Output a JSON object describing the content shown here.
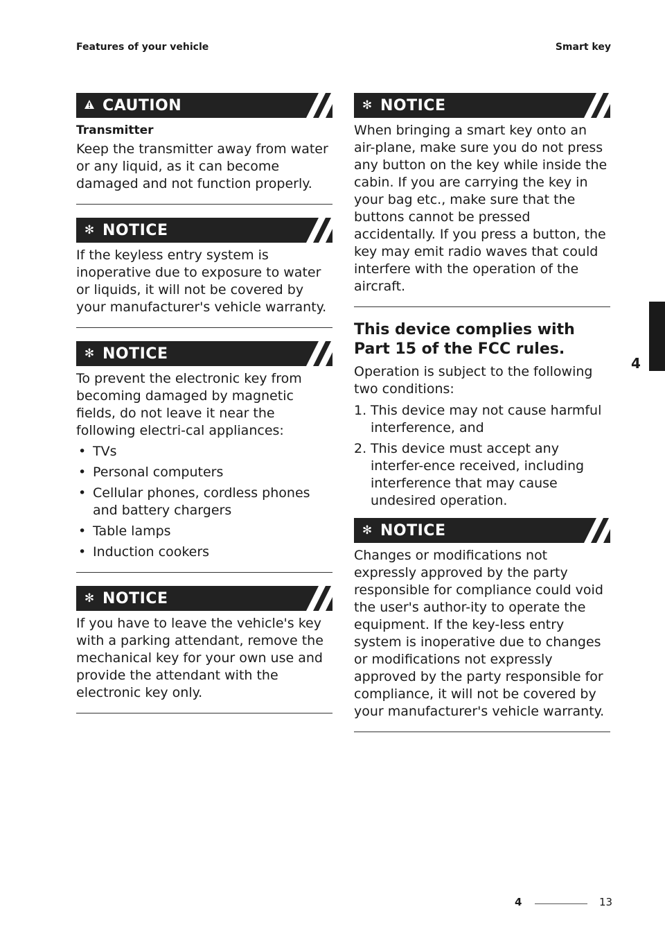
{
  "header": {
    "left": "Features of your vehicle",
    "right": "Smart key"
  },
  "left_column": {
    "caution": {
      "title": "CAUTION",
      "subhead": "Transmitter",
      "text": "Keep the transmitter away from water or any liquid, as it can become damaged and not function properly."
    },
    "notice1": {
      "title": "NOTICE",
      "text": "If the keyless entry system is inoperative due to exposure to water or liquids, it will not be covered by your manufacturer's vehicle warranty."
    },
    "notice2": {
      "title": "NOTICE",
      "text": "To prevent the electronic key from becoming damaged by magnetic fields, do not leave it near the following electri-cal appliances:",
      "items": [
        "TVs",
        "Personal computers",
        "Cellular phones, cordless phones and battery chargers",
        "Table lamps",
        "Induction cookers"
      ]
    },
    "notice3": {
      "title": "NOTICE",
      "text": "If you have to leave the vehicle's key with a parking attendant, remove the mechanical key for your own use and provide the attendant with the electronic key only."
    }
  },
  "right_column": {
    "notice1": {
      "title": "NOTICE",
      "text": "When bringing a smart key onto an air-plane, make sure you do not press any button on the key while inside the cabin. If you are carrying the key in your bag etc., make sure that the buttons cannot be pressed accidentally. If you press a button, the key may emit radio waves that could interfere with the operation of the aircraft."
    },
    "fcc": {
      "heading": "This device complies with Part 15 of the FCC rules.",
      "intro": "Operation is subject to the following two conditions:",
      "items": [
        {
          "num": "1.",
          "text": "This device may not cause harmful interference, and"
        },
        {
          "num": "2.",
          "text": "This device must accept any interfer-ence received, including interference that may cause undesired operation."
        }
      ]
    },
    "notice2": {
      "title": "NOTICE",
      "text": "Changes or modifications not expressly approved by the party responsible for compliance could void the user's author-ity to operate the equipment. If the key-less entry system is inoperative due to changes or modifications not expressly approved by the party responsible for compliance, it will not be covered by your manufacturer's vehicle warranty."
    }
  },
  "side_tab": {
    "label": "4"
  },
  "footer": {
    "chapter": "4",
    "page": "13"
  },
  "icons": {
    "caution": "warning-triangle-icon",
    "notice": "asterisk-icon",
    "bullet": "•"
  },
  "colors": {
    "banner_bg": "#222222",
    "banner_text": "#ffffff",
    "text": "#1a1a1a"
  }
}
